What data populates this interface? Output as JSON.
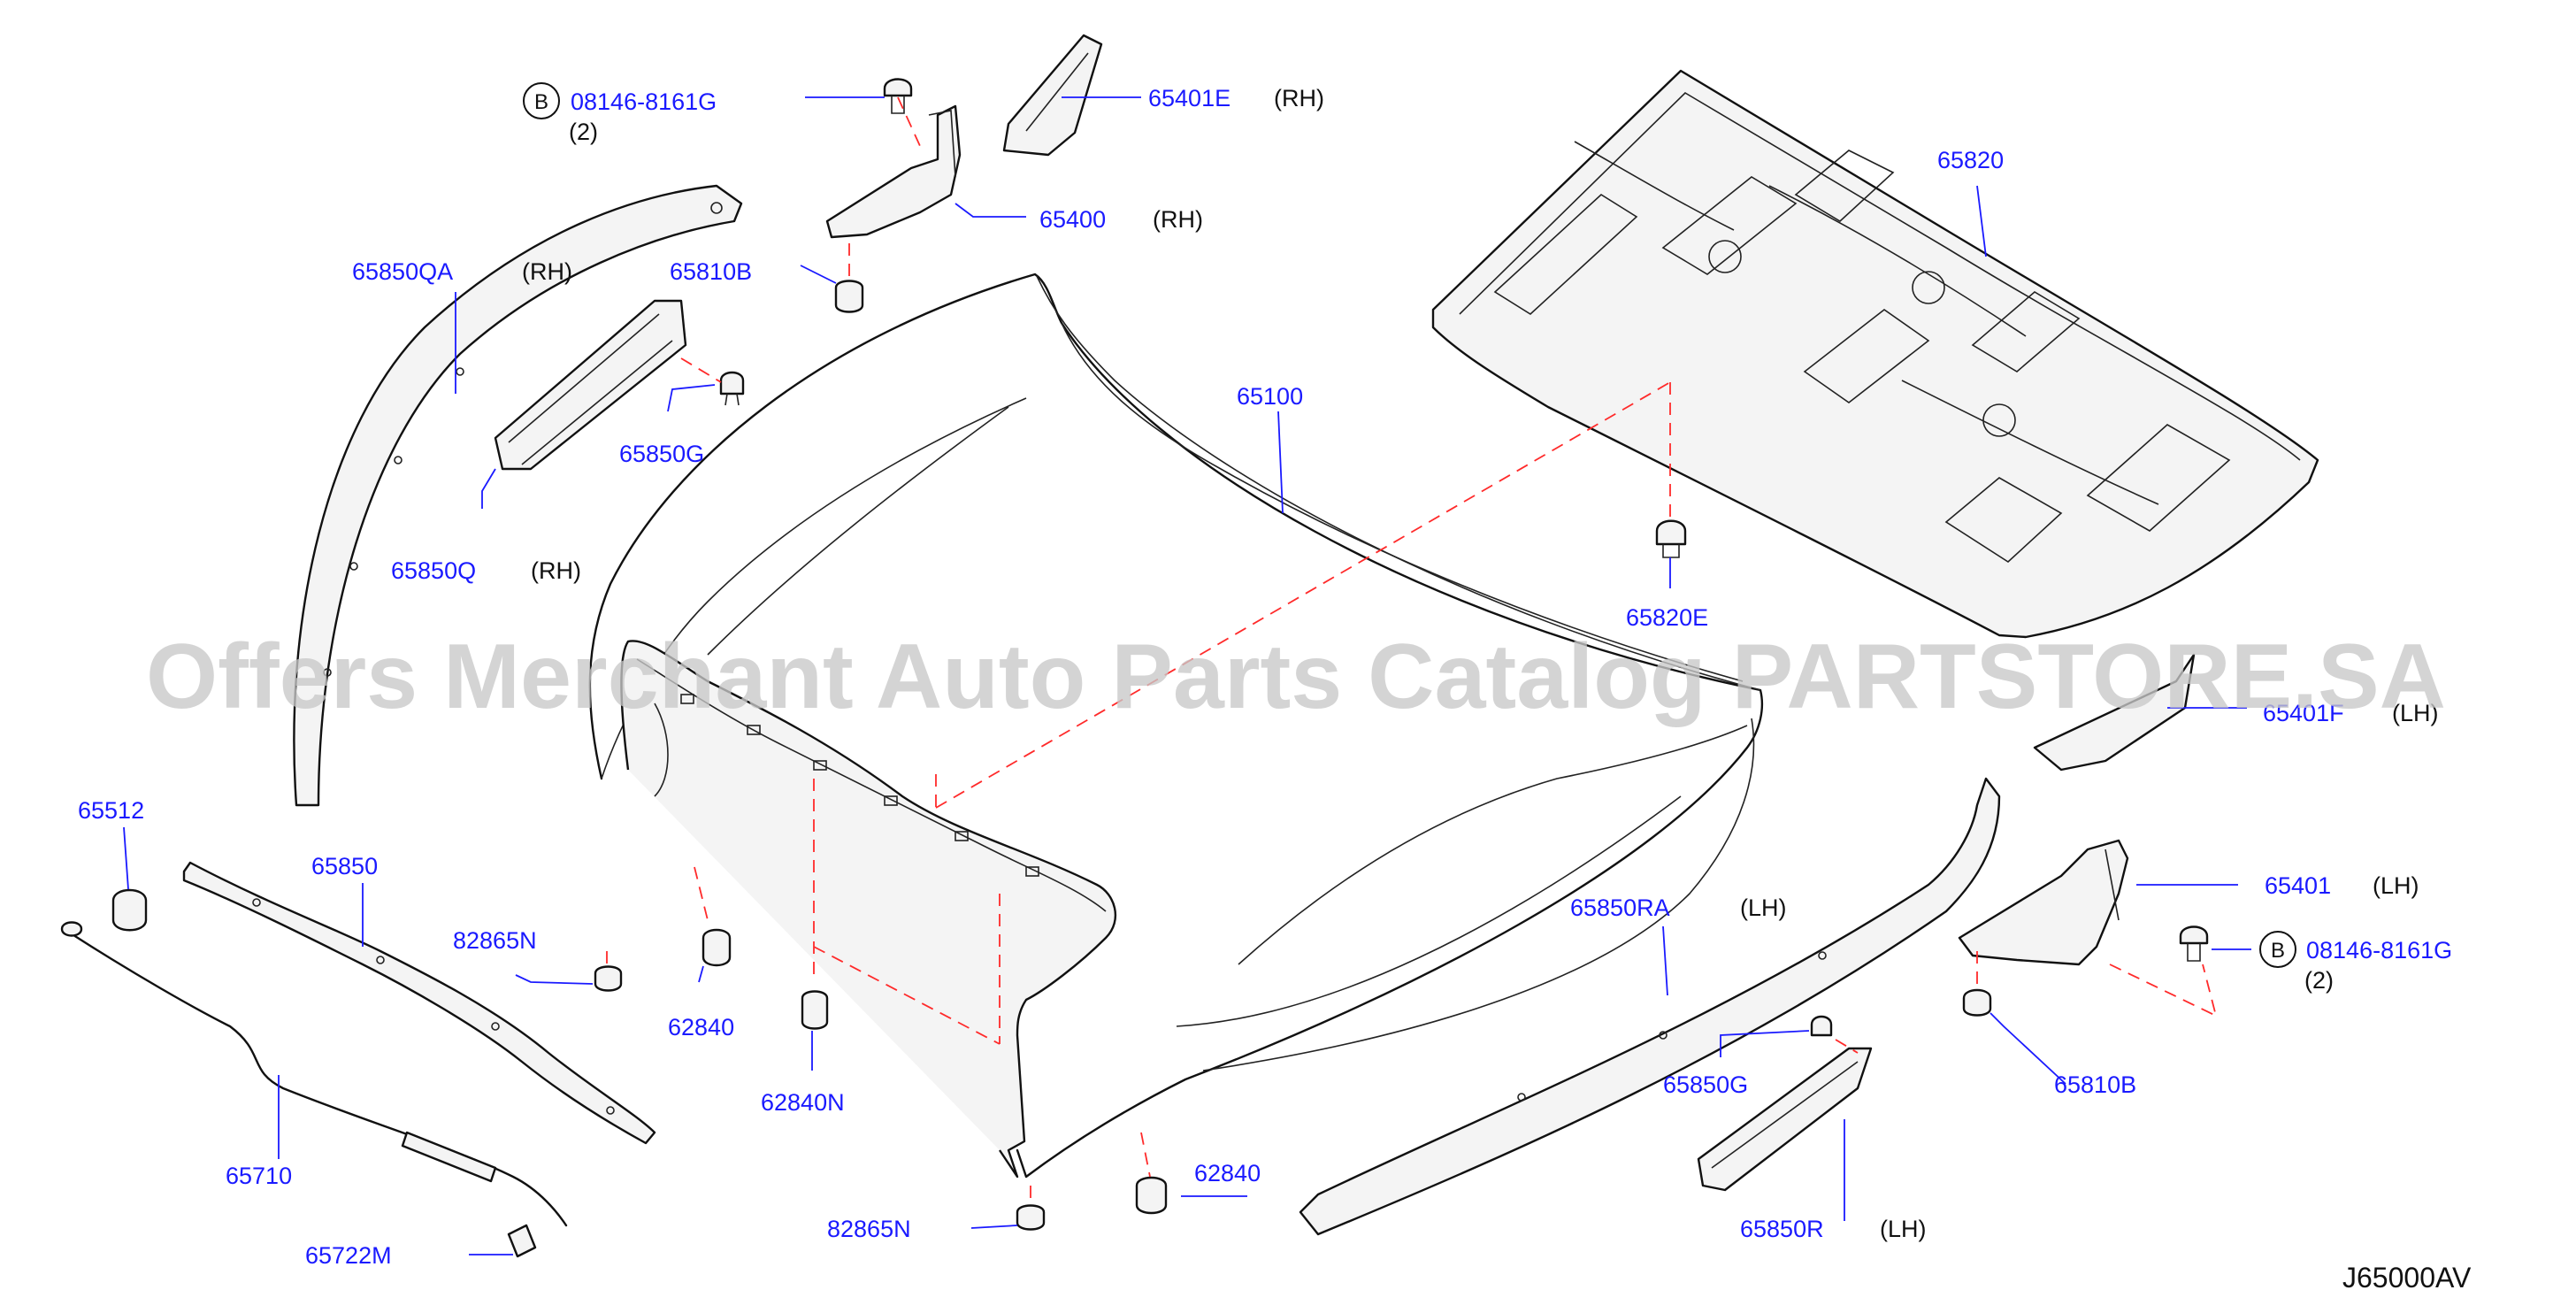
{
  "watermark": "Offers Merchant Auto Parts Catalog PARTSTORE.SA",
  "diagram_code": "J65000AV",
  "callouts": [
    {
      "id": "p08146a",
      "circle": "B",
      "part": "08146-8161G",
      "qty": "(2)"
    },
    {
      "id": "p65401e",
      "part": "65401E",
      "side": "(RH)"
    },
    {
      "id": "p65400",
      "part": "65400",
      "side": "(RH)"
    },
    {
      "id": "p65820",
      "part": "65820"
    },
    {
      "id": "p65850qa",
      "part": "65850QA",
      "side": "(RH)"
    },
    {
      "id": "p65810b_top",
      "part": "65810B"
    },
    {
      "id": "p65850g_top",
      "part": "65850G"
    },
    {
      "id": "p65100",
      "part": "65100"
    },
    {
      "id": "p65850q",
      "part": "65850Q",
      "side": "(RH)"
    },
    {
      "id": "p65820e",
      "part": "65820E"
    },
    {
      "id": "p65401f",
      "part": "65401F",
      "side": "(LH)"
    },
    {
      "id": "p65512",
      "part": "65512"
    },
    {
      "id": "p65850",
      "part": "65850"
    },
    {
      "id": "p82865n_left",
      "part": "82865N"
    },
    {
      "id": "p62840_left",
      "part": "62840"
    },
    {
      "id": "p62840n",
      "part": "62840N"
    },
    {
      "id": "p65850ra",
      "part": "65850RA",
      "side": "(LH)"
    },
    {
      "id": "p65401",
      "part": "65401",
      "side": "(LH)"
    },
    {
      "id": "p08146b",
      "circle": "B",
      "part": "08146-8161G",
      "qty": "(2)"
    },
    {
      "id": "p65850g_bot",
      "part": "65850G"
    },
    {
      "id": "p65810b_bot",
      "part": "65810B"
    },
    {
      "id": "p65710",
      "part": "65710"
    },
    {
      "id": "p62840_bot",
      "part": "62840"
    },
    {
      "id": "p82865n_bot",
      "part": "82865N"
    },
    {
      "id": "p65850r",
      "part": "65850R",
      "side": "(LH)"
    },
    {
      "id": "p65722m",
      "part": "65722M"
    }
  ]
}
